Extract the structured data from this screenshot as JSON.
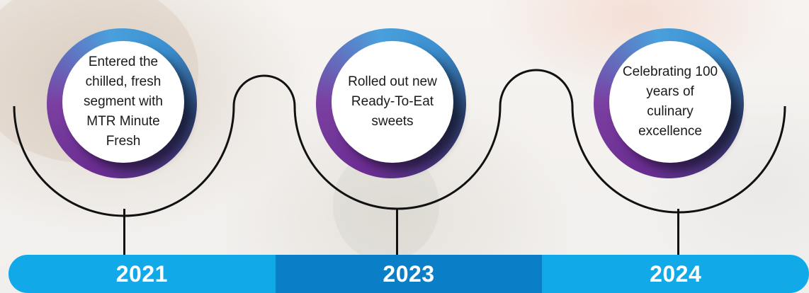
{
  "milestones": [
    {
      "text": "Entered the chilled, fresh segment with MTR Minute Fresh",
      "year": "2021"
    },
    {
      "text": "Rolled out new Ready-To-Eat sweets",
      "year": "2023"
    },
    {
      "text": "Celebrating 100 years of culinary excellence",
      "year": "2024"
    }
  ],
  "colors": {
    "ring_purple": "#6a2c91",
    "ring_blue": "#4aa0dc",
    "bar_light": "#12a9e8",
    "bar_dark": "#0b7ec8",
    "connector": "#111111"
  }
}
